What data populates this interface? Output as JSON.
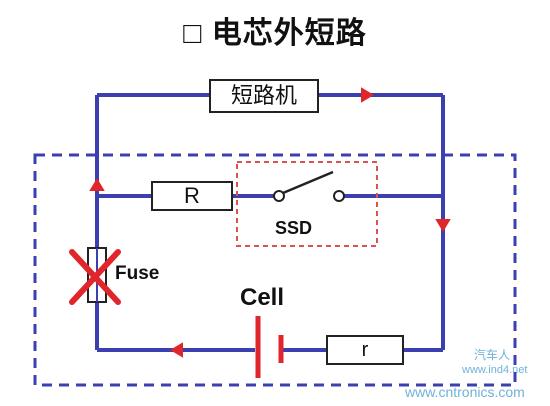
{
  "title": "□ 电芯外短路",
  "labels": {
    "shorting_machine": "短路机",
    "resistor_R": "R",
    "switch": "SSD",
    "fuse": "Fuse",
    "cell": "Cell",
    "internal_resistor": "r"
  },
  "watermark": {
    "brand": "汽车人",
    "url": "www.cntronics.com",
    "url2": "www.ind4.net"
  },
  "colors": {
    "wire": "#3b3fb0",
    "arrow": "#e0262b",
    "dashed_box": "#3b3fb0",
    "ssd_box": "#d9534f",
    "fuse_x": "#e0262b",
    "watermark": "#6fb2d6"
  }
}
